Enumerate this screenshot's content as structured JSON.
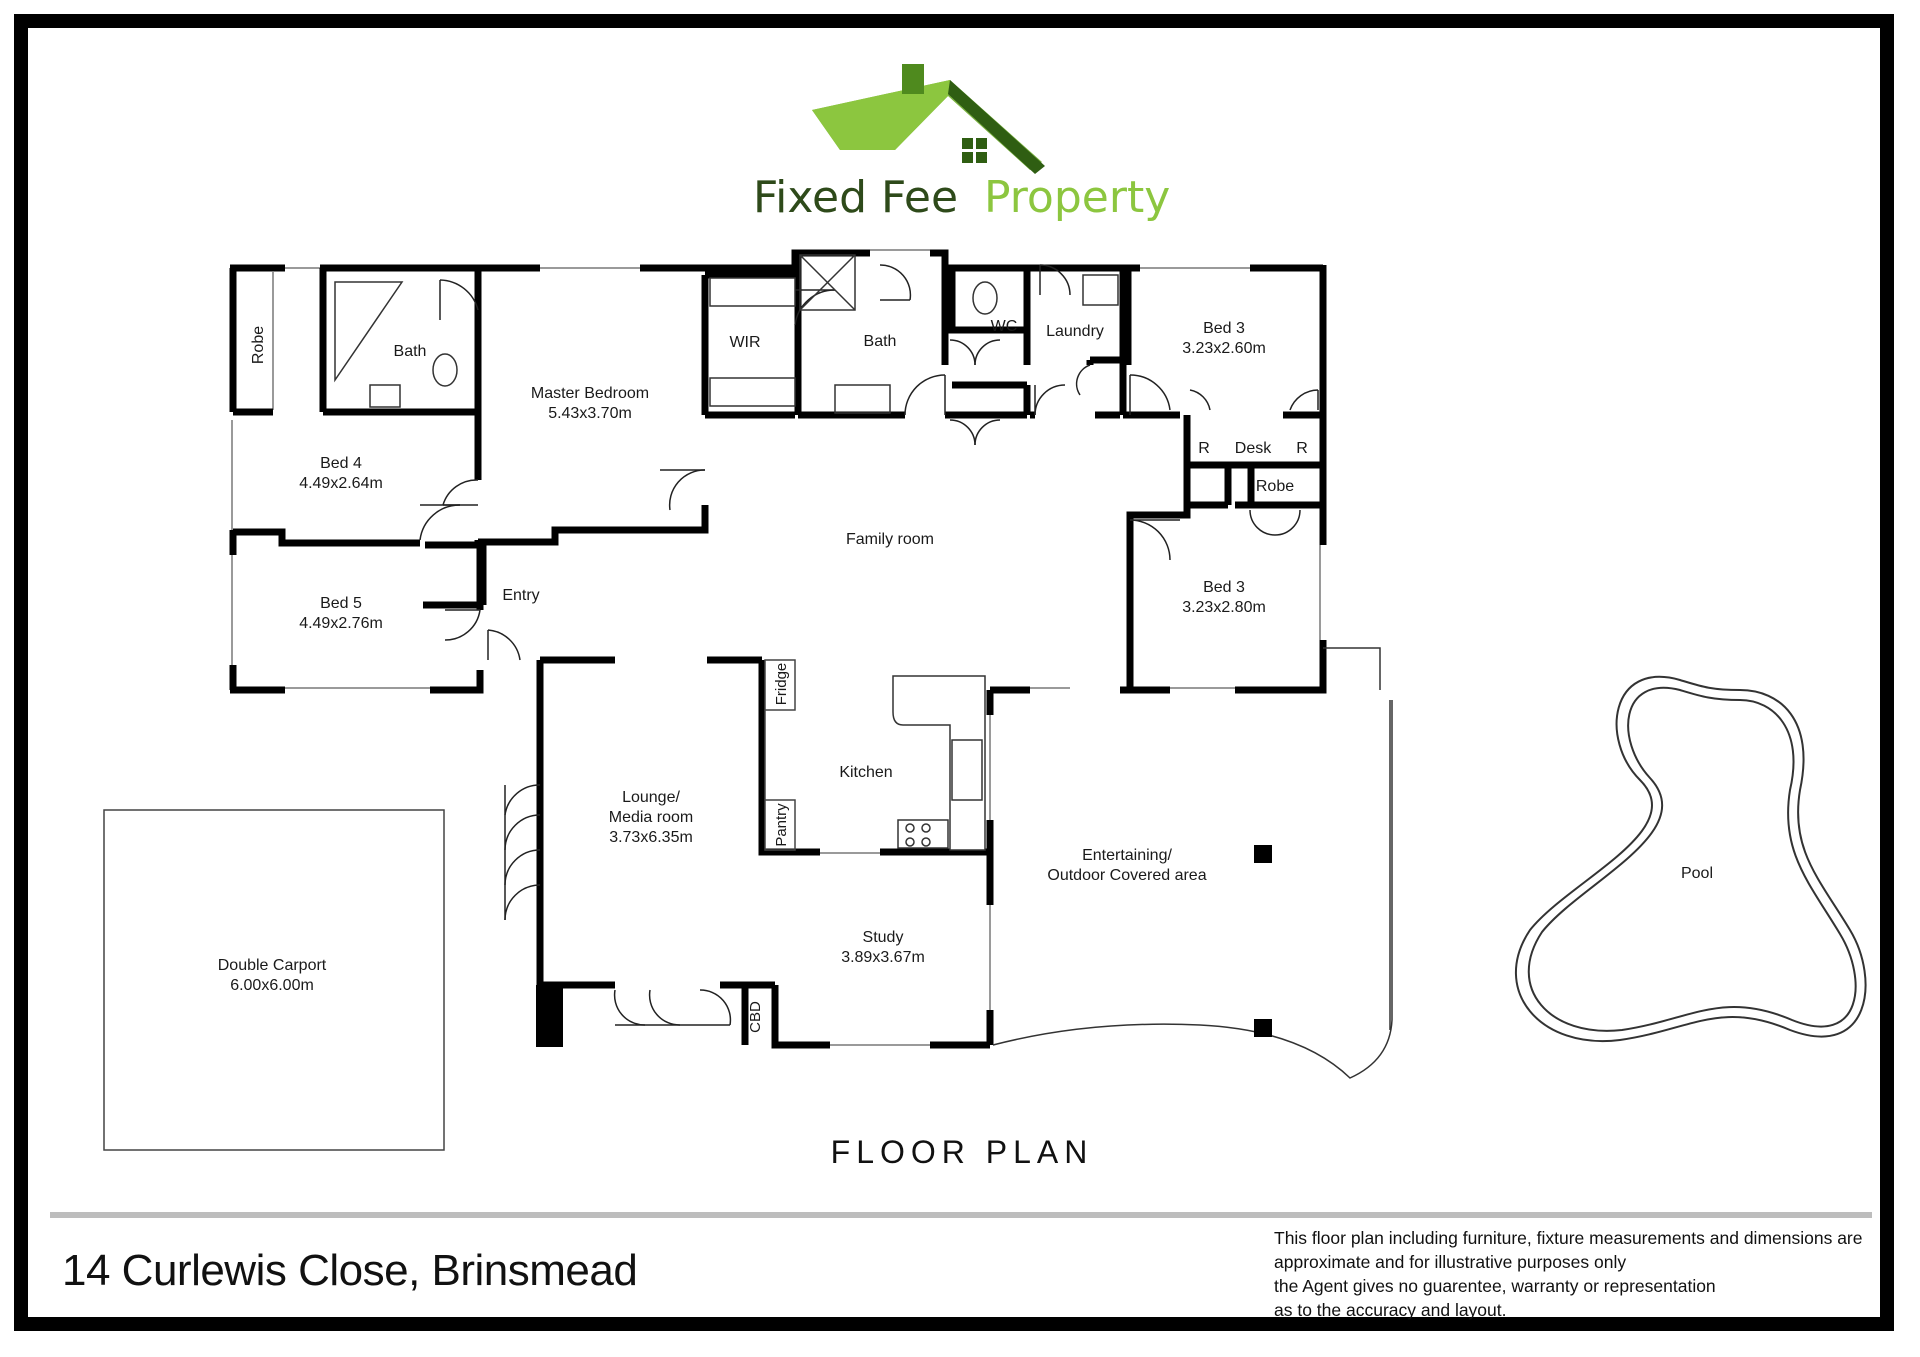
{
  "brand": {
    "name_part1": "Fixed Fee",
    "name_part2": "Property",
    "colors": {
      "green_dark": "#3a6b14",
      "green_light": "#8cc63f",
      "text_dark": "#2e4a1a"
    }
  },
  "plan_heading": "FLOOR PLAN",
  "address": "14 Curlewis Close, Brinsmead",
  "disclaimer": [
    "This floor plan including furniture, fixture measurements and dimensions are",
    "approximate and for illustrative purposes only",
    "the Agent gives no guarentee, warranty or representation",
    "as to the accuracy and layout."
  ],
  "rooms": {
    "robe_left": {
      "name": "Robe"
    },
    "bath_left": {
      "name": "Bath"
    },
    "master": {
      "name": "Master Bedroom",
      "dims": "5.43x3.70m"
    },
    "wir": {
      "name": "WIR"
    },
    "bath_mid": {
      "name": "Bath"
    },
    "wc": {
      "name": "WC"
    },
    "laundry": {
      "name": "Laundry"
    },
    "bed3_top": {
      "name": "Bed 3",
      "dims": "3.23x2.60m"
    },
    "r_left": {
      "name": "R"
    },
    "desk": {
      "name": "Desk"
    },
    "r_right": {
      "name": "R"
    },
    "robe_right": {
      "name": "Robe"
    },
    "bed4": {
      "name": "Bed 4",
      "dims": "4.49x2.64m"
    },
    "family": {
      "name": "Family room"
    },
    "bed5": {
      "name": "Bed 5",
      "dims": "4.49x2.76m"
    },
    "entry": {
      "name": "Entry"
    },
    "bed3_bottom": {
      "name": "Bed 3",
      "dims": "3.23x2.80m"
    },
    "fridge": {
      "name": "Fridge"
    },
    "kitchen": {
      "name": "Kitchen"
    },
    "pantry": {
      "name": "Pantry"
    },
    "lounge": {
      "line1": "Lounge/",
      "line2": "Media room",
      "dims": "3.73x6.35m"
    },
    "entertaining": {
      "line1": "Entertaining/",
      "line2": "Outdoor Covered area"
    },
    "study": {
      "name": "Study",
      "dims": "3.89x3.67m"
    },
    "cbd": {
      "name": "CBD"
    },
    "carport": {
      "name": "Double Carport",
      "dims": "6.00x6.00m"
    },
    "pool": {
      "name": "Pool"
    }
  }
}
